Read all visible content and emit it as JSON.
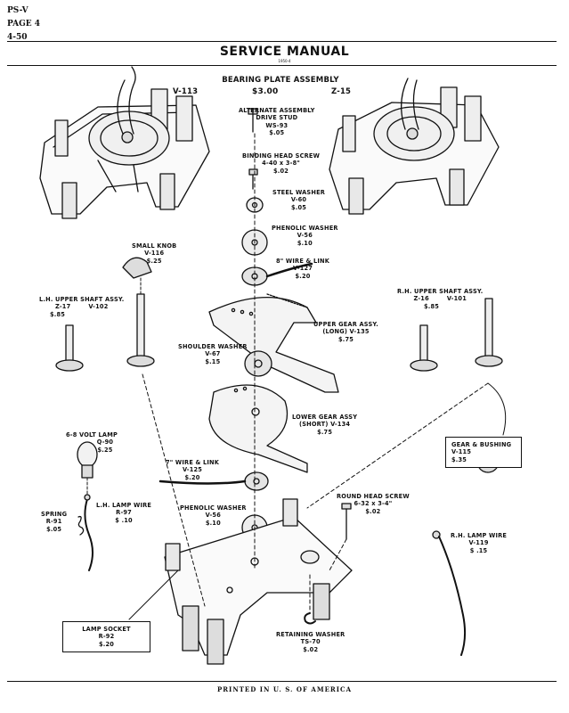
{
  "header": {
    "series": "PS-V",
    "page": "PAGE 4",
    "date": "4-50",
    "title": "SERVICE MANUAL",
    "title_sub": "1950-4"
  },
  "assembly": {
    "title": "BEARING PLATE ASSEMBLY",
    "left_part": "V-113",
    "price": "$3.00",
    "right_part": "Z-15"
  },
  "parts": {
    "drive_stud": {
      "line1": "ALTERNATE ASSEMBLY",
      "line2": "DRIVE STUD",
      "num": "WS-93",
      "price": "$.05"
    },
    "binding_screw": {
      "name": "BINDING HEAD SCREW",
      "num": "4-40 x 3-8\"",
      "price": "$.02"
    },
    "steel_washer": {
      "name": "STEEL WASHER",
      "num": "V-60",
      "price": "$.05"
    },
    "phenolic_washer_top": {
      "name": "PHENOLIC WASHER",
      "num": "V-56",
      "price": "$.10"
    },
    "wire_8": {
      "name": "8\" WIRE & LINK",
      "num": "V-127",
      "price": "$.20"
    },
    "small_knob": {
      "name": "SMALL KNOB",
      "num": "V-116",
      "price": "$.25"
    },
    "lh_upper_shaft": {
      "name": "L.H. UPPER SHAFT ASSY.",
      "num1": "Z-17",
      "num2": "V-102",
      "price": "$.85"
    },
    "rh_upper_shaft": {
      "name": "R.H. UPPER SHAFT ASSY.",
      "num1": "Z-16",
      "num2": "V-101",
      "price": "$.85"
    },
    "upper_gear": {
      "name": "UPPER GEAR ASSY.",
      "num": "(LONG) V-135",
      "price": "$.75"
    },
    "shoulder_washer": {
      "name": "SHOULDER WASHER",
      "num": "V-67",
      "price": "$.15"
    },
    "lower_gear": {
      "name": "LOWER GEAR ASSY",
      "num": "(SHORT) V-134",
      "price": "$.75"
    },
    "gear_bushing": {
      "name": "GEAR & BUSHING",
      "num": "V-115",
      "price": "$.35"
    },
    "lamp": {
      "name": "6-8 VOLT LAMP",
      "num": "Q-90",
      "price": "$.25"
    },
    "wire_7": {
      "name": "7\" WIRE & LINK",
      "num": "V-125",
      "price": "$.20"
    },
    "lh_lamp_wire": {
      "name": "L.H. LAMP WIRE",
      "num": "R-97",
      "price": "$ .10"
    },
    "spring": {
      "name": "SPRING",
      "num": "R-91",
      "price": "$.05"
    },
    "phenolic_washer_bottom": {
      "name": "PHENOLIC WASHER",
      "num": "V-56",
      "price": "$.10"
    },
    "round_screw": {
      "name": "ROUND HEAD SCREW",
      "num": "6-32 x 3-4\"",
      "price": "$.02"
    },
    "rh_lamp_wire": {
      "name": "R.H. LAMP WIRE",
      "num": "V-119",
      "price": "$ .15"
    },
    "lamp_socket": {
      "name": "LAMP SOCKET",
      "num": "R-92",
      "price": "$.20"
    },
    "retaining_washer": {
      "name": "RETAINING WASHER",
      "num": "TS-70",
      "price": "$.02"
    }
  },
  "footer": {
    "text": "PRINTED IN U. S. OF AMERICA"
  }
}
